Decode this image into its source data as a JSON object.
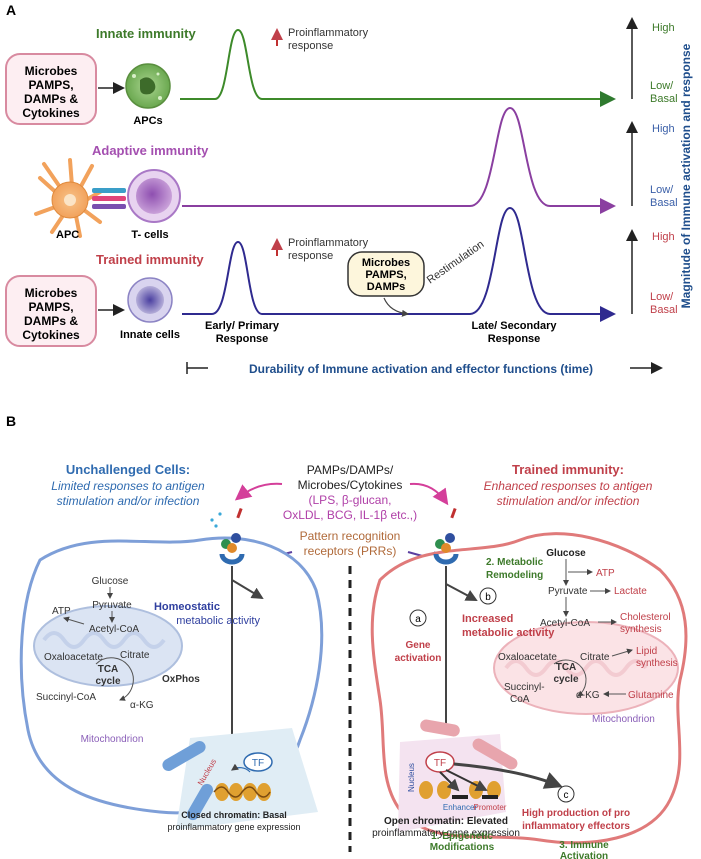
{
  "panel_a": {
    "label": "A",
    "stimulus_box_1": [
      "Microbes",
      "PAMPS,",
      "DAMPs &",
      "Cytokines"
    ],
    "stimulus_box_3": [
      "Microbes",
      "PAMPS,",
      "DAMPs &",
      "Cytokines"
    ],
    "innate": {
      "title": "Innate immunity",
      "cell": "APCs",
      "response_1": "Proinflammatory",
      "response_2": "response",
      "high": "High",
      "low_1": "Low/",
      "low_2": "Basal"
    },
    "adaptive": {
      "title": "Adaptive immunity",
      "apc": "APC",
      "tcell": "T- cells",
      "high": "High",
      "low_1": "Low/",
      "low_2": "Basal"
    },
    "trained": {
      "title": "Trained immunity",
      "cell": "Innate cells",
      "response_1": "Proinflammatory",
      "response_2": "response",
      "early_1": "Early/ Primary",
      "early_2": "Response",
      "late_1": "Late/ Secondary",
      "late_2": "Response",
      "restim_box": [
        "Microbes",
        "PAMPS,",
        "DAMPs"
      ],
      "restimulation": "Restimulation",
      "high": "High",
      "low_1": "Low/",
      "low_2": "Basal"
    },
    "x_axis": "Durability of Immune activation and effector functions (time)",
    "y_axis": "Magnitude of Immune activation and response"
  },
  "panel_b": {
    "label": "B",
    "left_title": "Unchallenged Cells:",
    "left_sub_1": "Limited responses to antigen",
    "left_sub_2": "stimulation and/or infection",
    "right_title": "Trained immunity:",
    "right_sub_1": "Enhanced responses to antigen",
    "right_sub_2": "stimulation and/or infection",
    "center_1": "PAMPs/DAMPs/",
    "center_2": "Microbes/Cytokines",
    "center_3": "(LPS, β-glucan,",
    "center_4": "OxLDL, BCG, IL-1β etc.,)",
    "prr_1": "Pattern recognition",
    "prr_2": "receptors (PRRs)",
    "left_cell": {
      "glucose": "Glucose",
      "pyruvate": "Pyruvate",
      "acetyl": "Acetyl-CoA",
      "atp": "ATP",
      "oxalo": "Oxaloacetate",
      "citrate": "Citrate",
      "tca_1": "TCA",
      "tca_2": "cycle",
      "succinyl": "Succinyl-CoA",
      "akg": "α-KG",
      "oxphos": "OxPhos",
      "mito": "Mitochondrion",
      "homeo_1": "Homeostatic",
      "homeo_2": "metabolic activity",
      "tf": "TF",
      "nucleus": "Nucleus",
      "chrom_1": "Closed chromatin: Basal",
      "chrom_2": "proinflammatory gene expression"
    },
    "right_cell": {
      "remod_1": "2. Metabolic",
      "remod_2": "Remodeling",
      "glucose": "Glucose",
      "atp": "ATP",
      "pyruvate": "Pyruvate",
      "lactate": "Lactate",
      "acetyl": "Acetyl-CoA",
      "chol_1": "Cholesterol",
      "chol_2": "synthesis",
      "lipid_1": "Lipid",
      "lipid_2": "synthesis",
      "oxalo": "Oxaloacetate",
      "citrate": "Citrate",
      "tca_1": "TCA",
      "tca_2": "cycle",
      "succinyl_1": "Succinyl-",
      "succinyl_2": "CoA",
      "akg": "α-KG",
      "glutamine": "Glutamine",
      "mito": "Mitochondrion",
      "circle_a": "a",
      "gene_1": "Gene",
      "gene_2": "activation",
      "circle_b": "b",
      "incr_1": "Increased",
      "incr_2": "metabolic activity",
      "tf": "TF",
      "nucleus": "Nucleus",
      "enhancer": "Enhancer",
      "promoter": "Promoter",
      "chrom_1": "Open chromatin: Elevated",
      "chrom_2": "proinflammatory gene expression",
      "epi_1": "1. Epigenetic",
      "epi_2": "Modifications",
      "circle_c": "c",
      "high_1": "High production of pro",
      "high_2": "inflammatory effectors",
      "immune_1": "3. Immune",
      "immune_2": "Activation"
    }
  },
  "colors": {
    "innate": "#3d7a2a",
    "adaptive": "#a44fb0",
    "trained": "#c0404a",
    "curve_trained": "#3a2f8f",
    "axis_blue": "#1f4e8c",
    "stim_border": "#d88aa0",
    "stim_fill": "#fdeef2",
    "left_cell_border": "#7e9fd8",
    "right_cell_border": "#e07a7a"
  }
}
